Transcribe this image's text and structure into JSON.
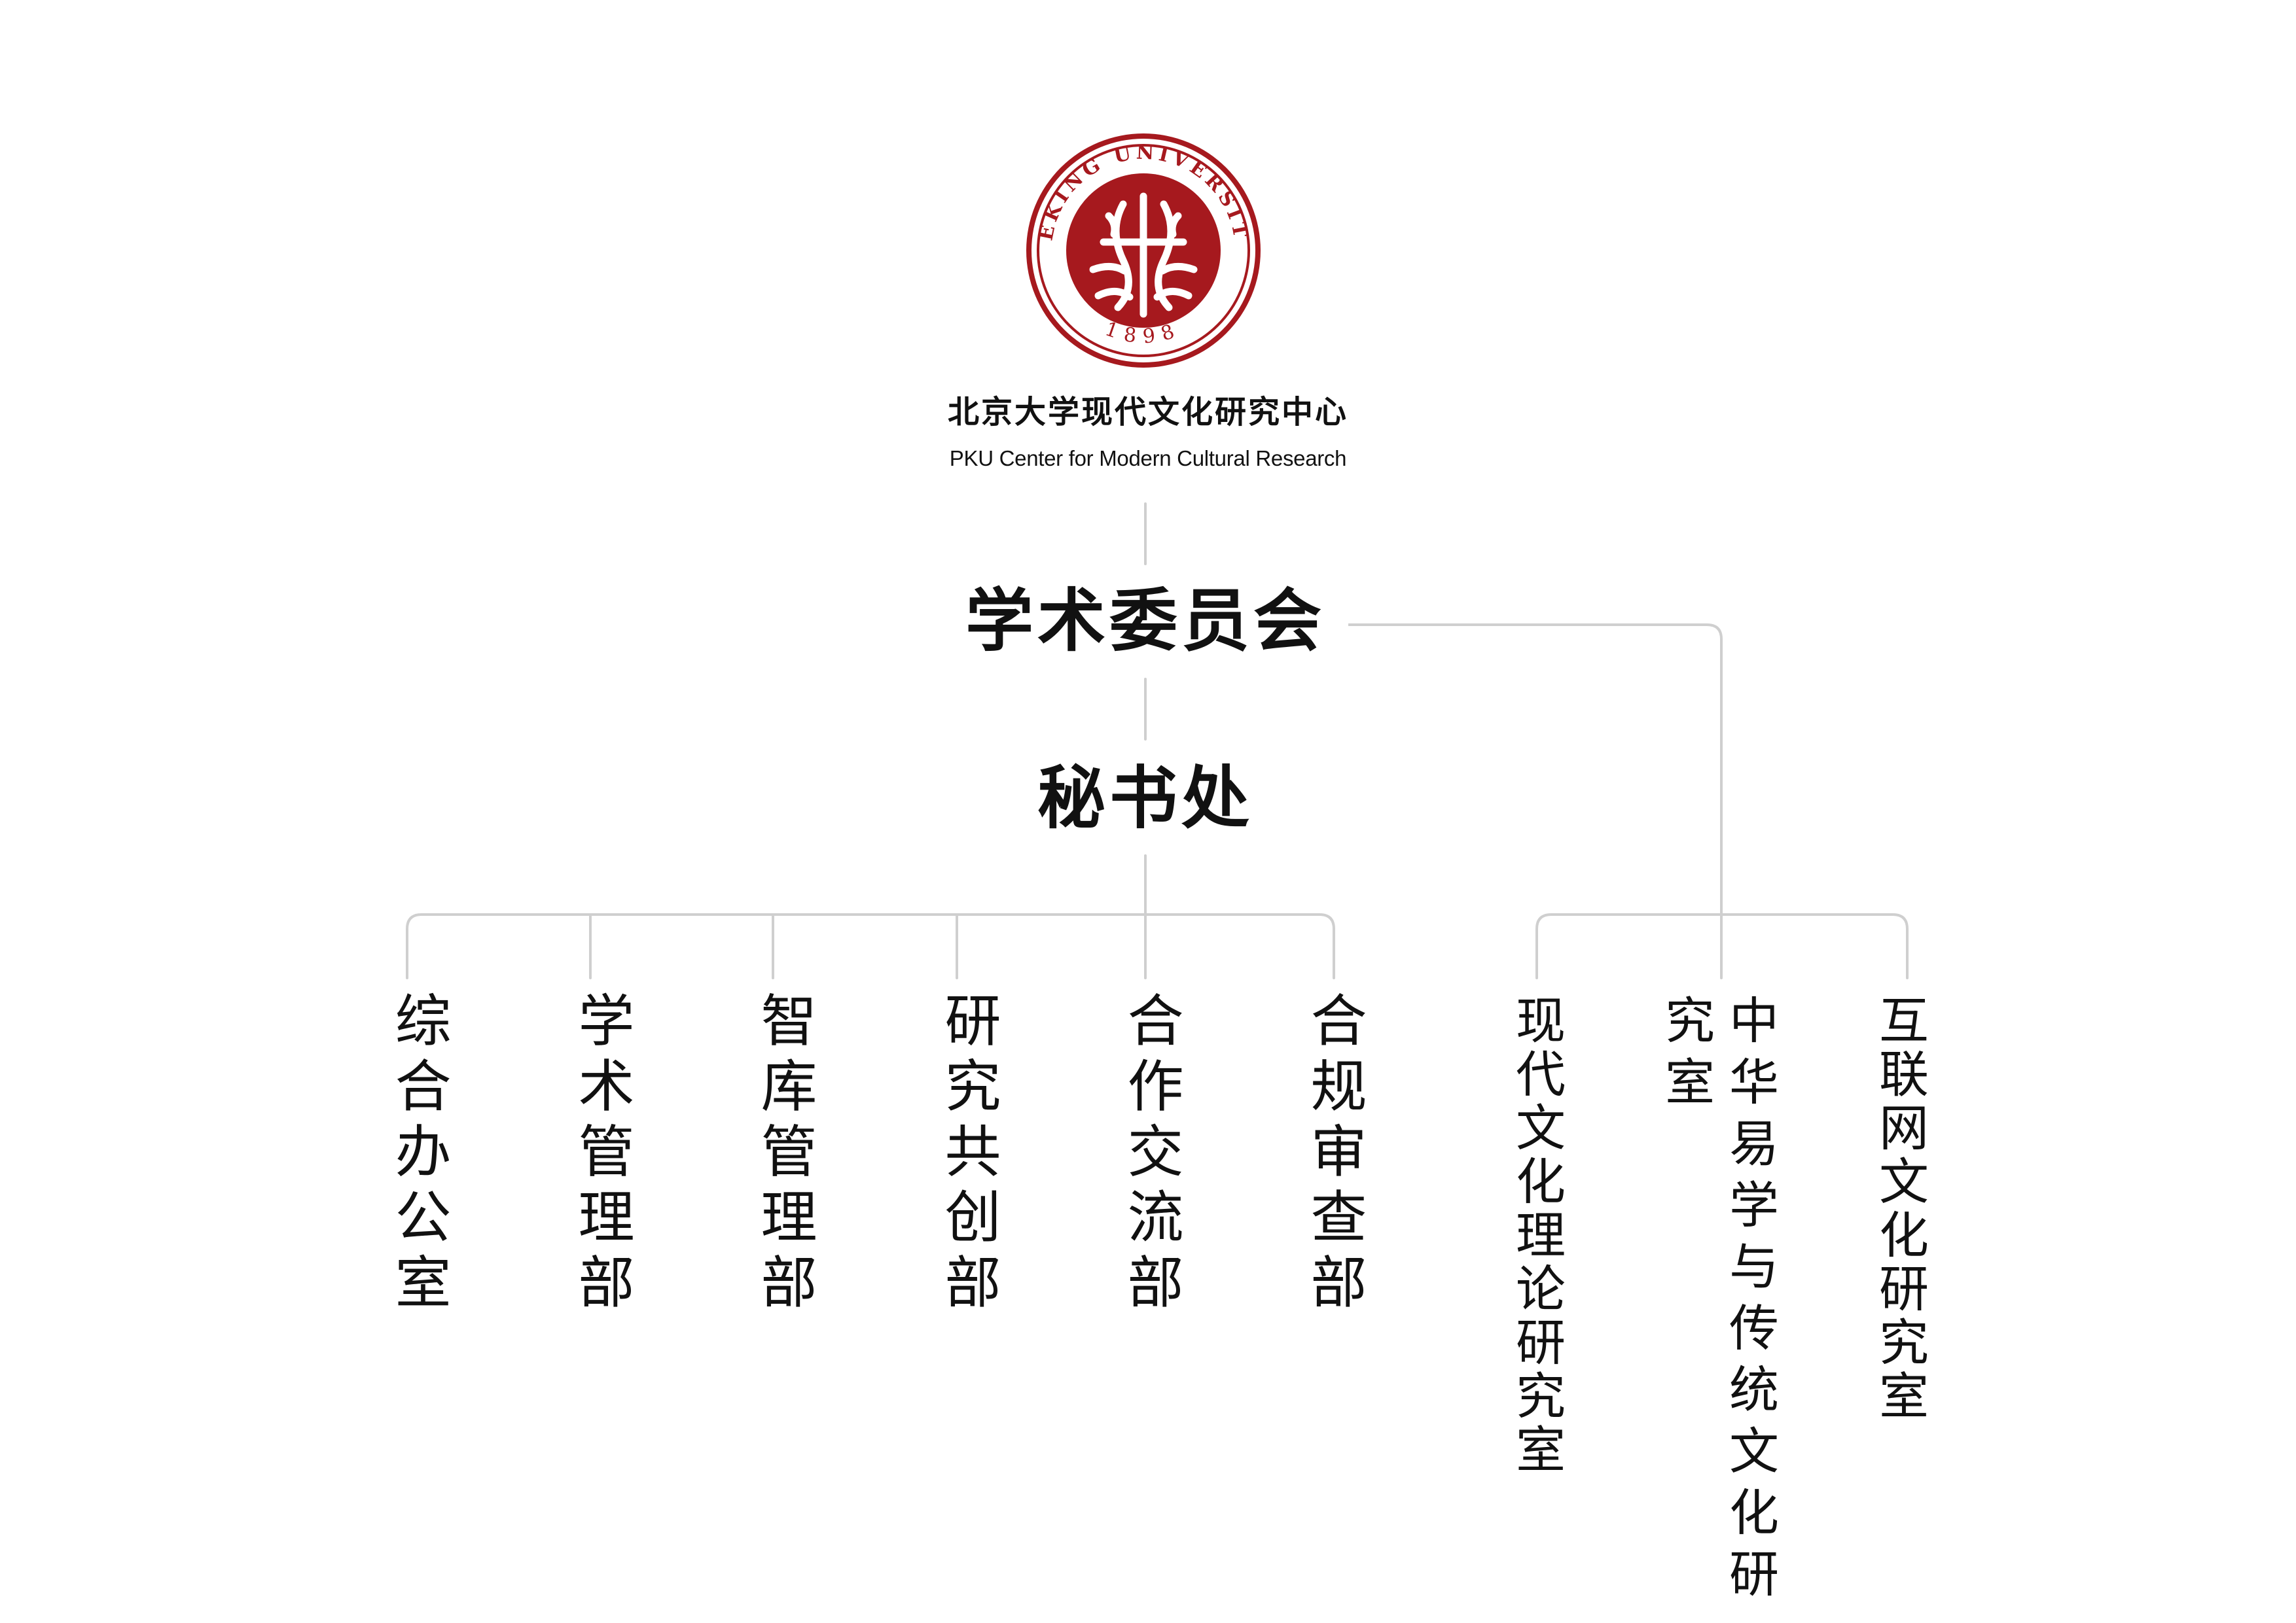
{
  "emblem": {
    "ring_text": "PEKING UNIVERSITY",
    "year": "1898",
    "color": "#A6191E"
  },
  "center": {
    "name_cn": "北京大学现代文化研究中心",
    "name_en": "PKU Center for Modern Cultural Research"
  },
  "committee": {
    "label": "学术委员会"
  },
  "secretariat": {
    "label": "秘书处"
  },
  "departments": [
    {
      "label": "综合办公室"
    },
    {
      "label": "学术管理部"
    },
    {
      "label": "智库管理部"
    },
    {
      "label": "研究共创部"
    },
    {
      "label": "合作交流部"
    },
    {
      "label": "合规审查部"
    }
  ],
  "labs": [
    {
      "label": "现代文化理论研究室"
    },
    {
      "label": "中华易学与传统文化研究室"
    },
    {
      "label": "互联网文化研究室"
    }
  ],
  "colors": {
    "connector": "#CFCFCF",
    "text": "#111111",
    "brand_red": "#A6191E"
  }
}
